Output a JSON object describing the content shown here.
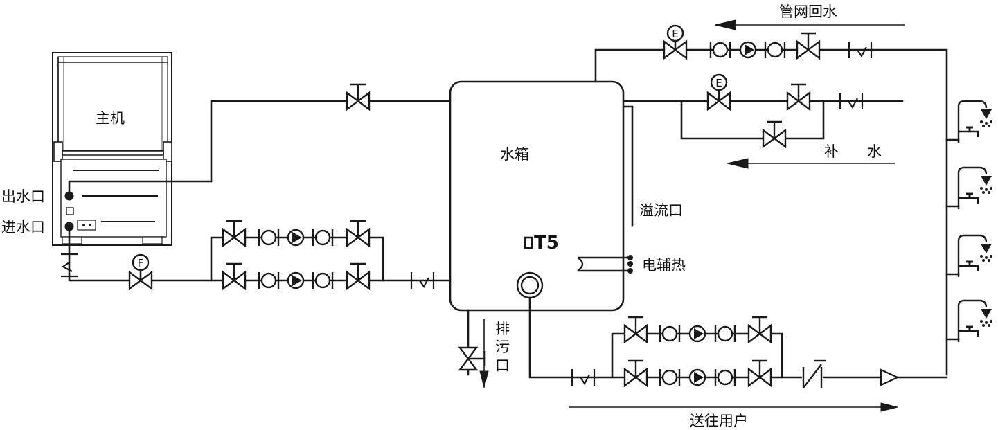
{
  "labels": {
    "host": "主机",
    "outlet": "出水口",
    "inlet": "进水口",
    "tank": "水箱",
    "overflow": "溢流口",
    "heater": "电辅热",
    "sensor": "T5",
    "drain": [
      "排",
      "污",
      "口"
    ],
    "return_water": "管网回水",
    "makeup_water": [
      "补",
      "水"
    ],
    "to_users": "送往用户"
  },
  "gauges": {
    "flow_switch": "F",
    "valve_return": "E",
    "valve_makeup": "E"
  },
  "icons": {
    "sensor_marker": "square-sensor-icon",
    "gate_valve": "gate-valve-icon",
    "check_valve": "check-valve-icon",
    "pump": "circulation-pump-icon",
    "union": "union-joint-icon",
    "shower": "shower-head-icon",
    "tap": "faucet-icon",
    "heater": "electric-heater-icon",
    "flow_arrow": "flow-arrow-icon"
  },
  "colors": {
    "line": "#1a1a1a",
    "background": "#ffffff"
  }
}
